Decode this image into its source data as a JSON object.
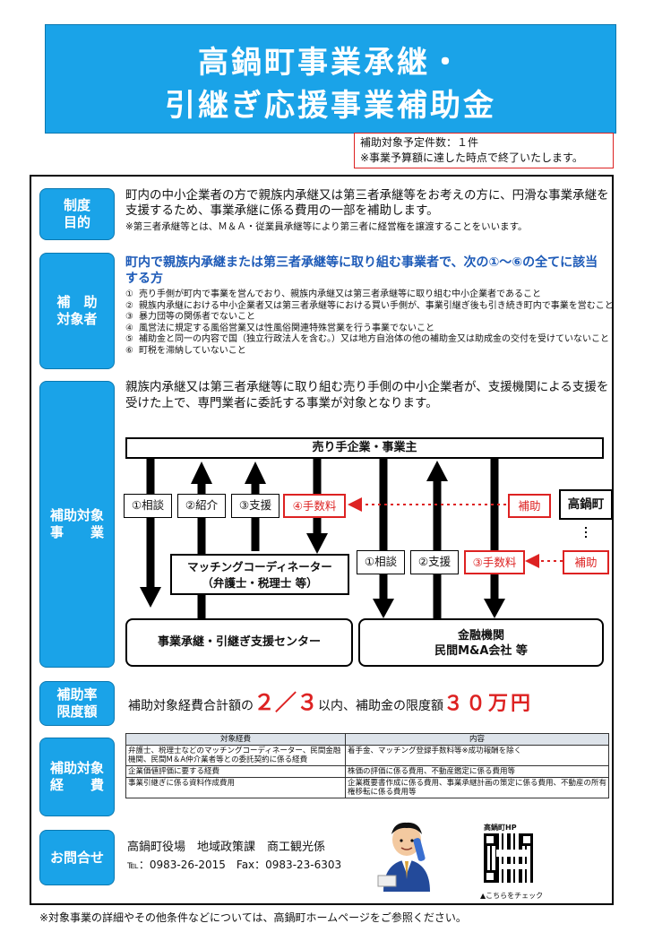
{
  "title": {
    "line1": "高鍋町事業承継・",
    "line2": "引継ぎ応援事業補助金"
  },
  "quota": {
    "line1": "補助対象予定件数：１件",
    "line2": "※事業予算額に達した時点で終了いたします。"
  },
  "purpose": {
    "label1": "制度",
    "label2": "目的",
    "text": "町内の中小企業者の方で親族内承継又は第三者承継等をお考えの方に、円滑な事業承継を支援するため、事業承継に係る費用の一部を補助します。",
    "note": "※第三者承継等とは、Ｍ＆Ａ・従業員承継等により第三者に経営権を譲渡することをいいます。"
  },
  "target": {
    "label1": "補　助",
    "label2": "対象者",
    "heading": "町内で親族内承継または第三者承継等に取り組む事業者で、次の①～⑥の全てに該当する方",
    "conditions": [
      {
        "num": "①",
        "text": "売り手側が町内で事業を営んでおり、親族内承継又は第三者承継等に取り組む中小企業者であること"
      },
      {
        "num": "②",
        "text": "親族内承継における中小企業者又は第三者承継等における買い手側が、事業引継ぎ後も引き続き町内で事業を営むこと"
      },
      {
        "num": "③",
        "text": "暴力団等の関係者でないこと"
      },
      {
        "num": "④",
        "text": "風営法に規定する風俗営業又は性風俗関連特殊営業を行う事業でないこと"
      },
      {
        "num": "⑤",
        "text": "補助金と同一の内容で国（独立行政法人を含む。）又は地方自治体の他の補助金又は助成金の交付を受けていないこと"
      },
      {
        "num": "⑥",
        "text": "町税を滞納していないこと"
      }
    ]
  },
  "project": {
    "label1": "補助対象",
    "label2": "事　　業",
    "text": "親族内承継又は第三者承継等に取り組む売り手側の中小企業者が、支援機関による支援を受けた上で、専門業者に委託する事業が対象となります。",
    "seller": "売り手企業・事業主",
    "tags_left": [
      "①相談",
      "②紹介",
      "③支援",
      "④手数料"
    ],
    "hojo": "補助",
    "town": "高鍋町",
    "coordinator1": "マッチングコーディネーター",
    "coordinator2": "（弁護士・税理士 等）",
    "tags_right": [
      "①相談",
      "②支援",
      "③手数料"
    ],
    "center": "事業承継・引継ぎ支援センター",
    "bank1": "金融機関",
    "bank2": "民間M&A会社 等"
  },
  "rate": {
    "label1": "補助率",
    "label2": "限度額",
    "pre": "補助対象経費合計額の",
    "fraction": "２／３",
    "mid": "以内、補助金の限度額",
    "amount": "３０万円",
    "red": "#d22222"
  },
  "expenses": {
    "label1": "補助対象",
    "label2": "経　　費",
    "headers": [
      "対象経費",
      "内容"
    ],
    "rows": [
      [
        "弁護士、税理士などのマッチングコーディネーター、民間金融機関、民間M＆A仲介業者等との委託契約に係る経費",
        "着手金、マッチング登録手数料等※成功報酬を除く"
      ],
      [
        "企業価値評価に要する経費",
        "株価の評価に係る費用、不動産鑑定に係る費用等"
      ],
      [
        "事業引継ぎに係る資料作成費用",
        "企業概要書作成に係る費用、事業承継計画の策定に係る費用、不動産の所有権移転に係る費用等"
      ]
    ]
  },
  "contact": {
    "label": "お問合せ",
    "org": "高鍋町役場　地域政策課　商工観光係",
    "tel": "℡：0983-26-2015　Fax：0983-23-6303",
    "hp": "高鍋町HP",
    "check": "▲こちらをチェック"
  },
  "footer": "※対象事業の詳細やその他条件などについては、高鍋町ホームページをご参照ください。",
  "colors": {
    "accent": "#1aa3e8",
    "red": "#d22222"
  }
}
